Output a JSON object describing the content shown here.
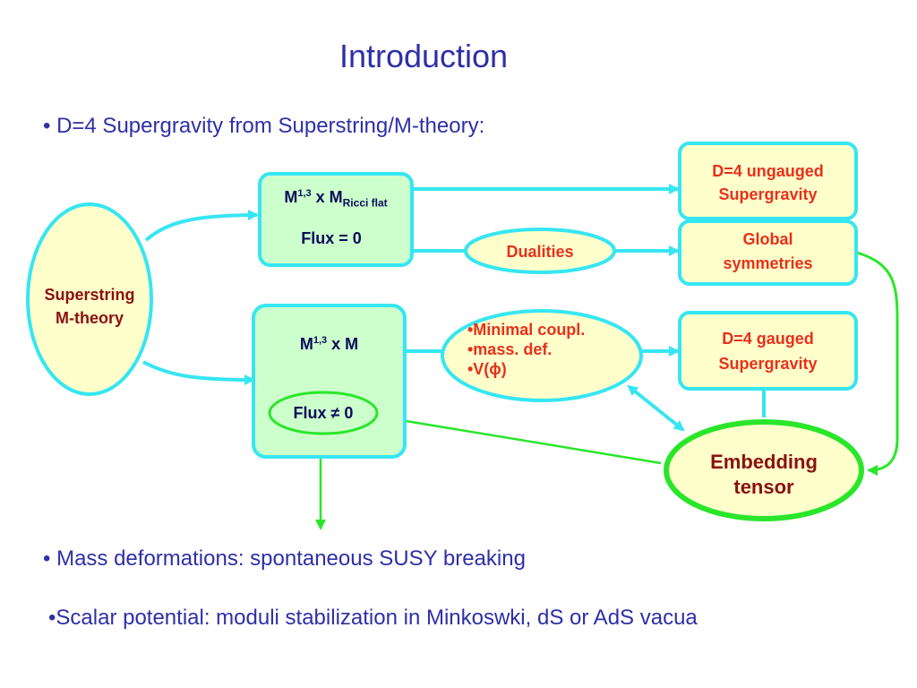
{
  "title": "Introduction",
  "bullets": {
    "b1": "• D=4 Supergravity  from  Superstring/M-theory:",
    "b2": "• Mass deformations: spontaneous SUSY breaking",
    "b3": "•Scalar potential: moduli stabilization in Minkoswki, dS or AdS vacua"
  },
  "nodes": {
    "superstring": {
      "line1": "Superstring",
      "line2": "M-theory"
    },
    "box_ricci": {
      "m": "M",
      "sup": "1,3",
      "x": " x M",
      "sub": "Ricci flat",
      "flux": "Flux = 0"
    },
    "box_flux": {
      "m": "M",
      "sup": "1,3",
      "x": " x M",
      "flux": "Flux ≠ 0"
    },
    "ungauged": {
      "line1": "D=4 ungauged",
      "line2": "Supergravity"
    },
    "global": {
      "line1": "Global",
      "line2": "symmetries"
    },
    "dualities": "Dualities",
    "coupl": {
      "line1": "•Minimal coupl.",
      "line2": "•mass. def.",
      "line3": "•V(ϕ)"
    },
    "gauged": {
      "line1": "D=4 gauged",
      "line2": "Supergravity"
    },
    "embedding": {
      "line1": "Embedding",
      "line2": "tensor"
    }
  },
  "colors": {
    "title_text": "#2f2fa8",
    "cyan_border": "#36e6f2",
    "green_line": "#2ae62a",
    "box_fill_green": "#ccffcc",
    "box_fill_yellow": "#ffffcc",
    "label_red": "#e8301c",
    "label_darkred": "#8b1010",
    "label_navy": "#0b0b5a"
  }
}
